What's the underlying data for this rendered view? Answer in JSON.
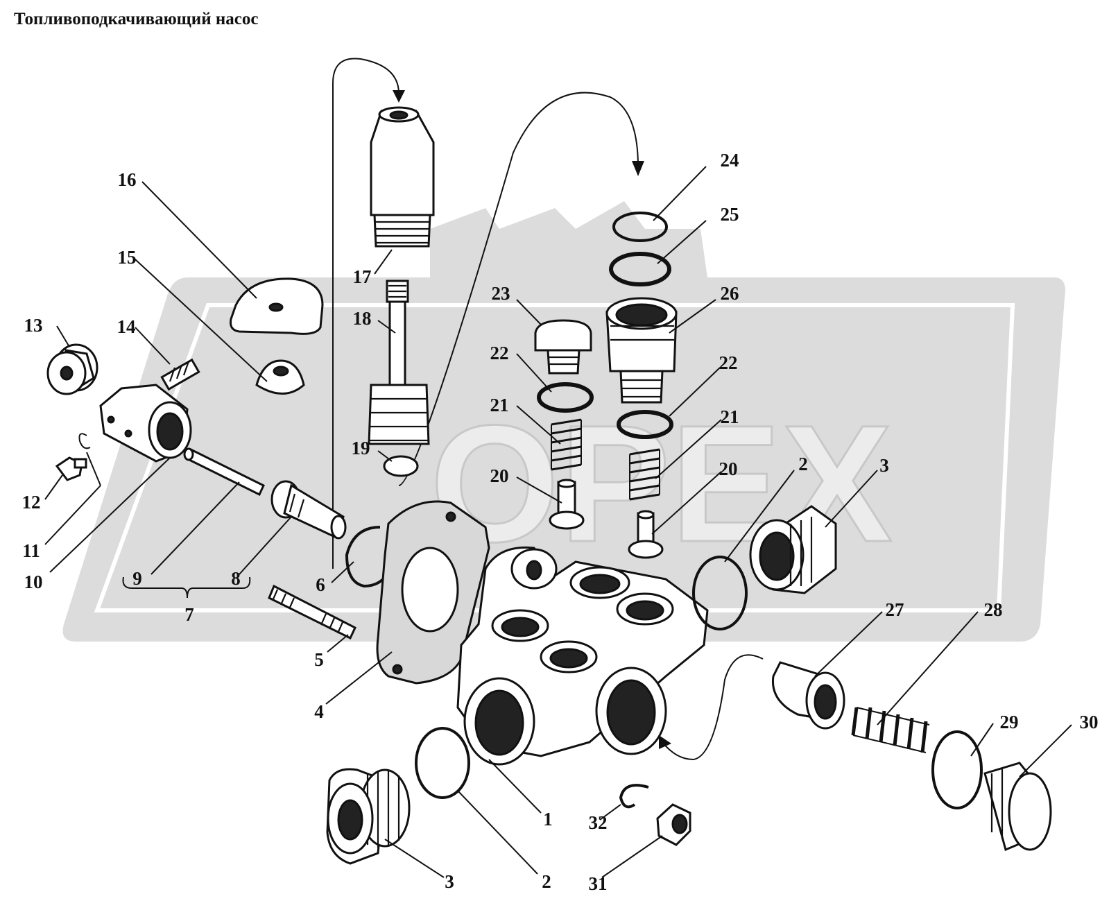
{
  "title": "Топливоподкачивающий насос",
  "watermark": "OPEX",
  "colors": {
    "ink": "#111111",
    "watermark": "#dcdcdc",
    "background": "#ffffff"
  },
  "callouts": [
    {
      "id": "c1",
      "label": "1"
    },
    {
      "id": "c2a",
      "label": "2"
    },
    {
      "id": "c2b",
      "label": "2"
    },
    {
      "id": "c3a",
      "label": "3"
    },
    {
      "id": "c3b",
      "label": "3"
    },
    {
      "id": "c4",
      "label": "4"
    },
    {
      "id": "c5",
      "label": "5"
    },
    {
      "id": "c6",
      "label": "6"
    },
    {
      "id": "c7",
      "label": "7"
    },
    {
      "id": "c8",
      "label": "8"
    },
    {
      "id": "c9",
      "label": "9"
    },
    {
      "id": "c10",
      "label": "10"
    },
    {
      "id": "c11",
      "label": "11"
    },
    {
      "id": "c12",
      "label": "12"
    },
    {
      "id": "c13",
      "label": "13"
    },
    {
      "id": "c14",
      "label": "14"
    },
    {
      "id": "c15",
      "label": "15"
    },
    {
      "id": "c16",
      "label": "16"
    },
    {
      "id": "c17",
      "label": "17"
    },
    {
      "id": "c18",
      "label": "18"
    },
    {
      "id": "c19",
      "label": "19"
    },
    {
      "id": "c20a",
      "label": "20"
    },
    {
      "id": "c20b",
      "label": "20"
    },
    {
      "id": "c21a",
      "label": "21"
    },
    {
      "id": "c21b",
      "label": "21"
    },
    {
      "id": "c22a",
      "label": "22"
    },
    {
      "id": "c22b",
      "label": "22"
    },
    {
      "id": "c23",
      "label": "23"
    },
    {
      "id": "c24",
      "label": "24"
    },
    {
      "id": "c25",
      "label": "25"
    },
    {
      "id": "c26",
      "label": "26"
    },
    {
      "id": "c27",
      "label": "27"
    },
    {
      "id": "c28",
      "label": "28"
    },
    {
      "id": "c29",
      "label": "29"
    },
    {
      "id": "c30",
      "label": "30"
    },
    {
      "id": "c31",
      "label": "31"
    },
    {
      "id": "c32",
      "label": "32"
    }
  ]
}
